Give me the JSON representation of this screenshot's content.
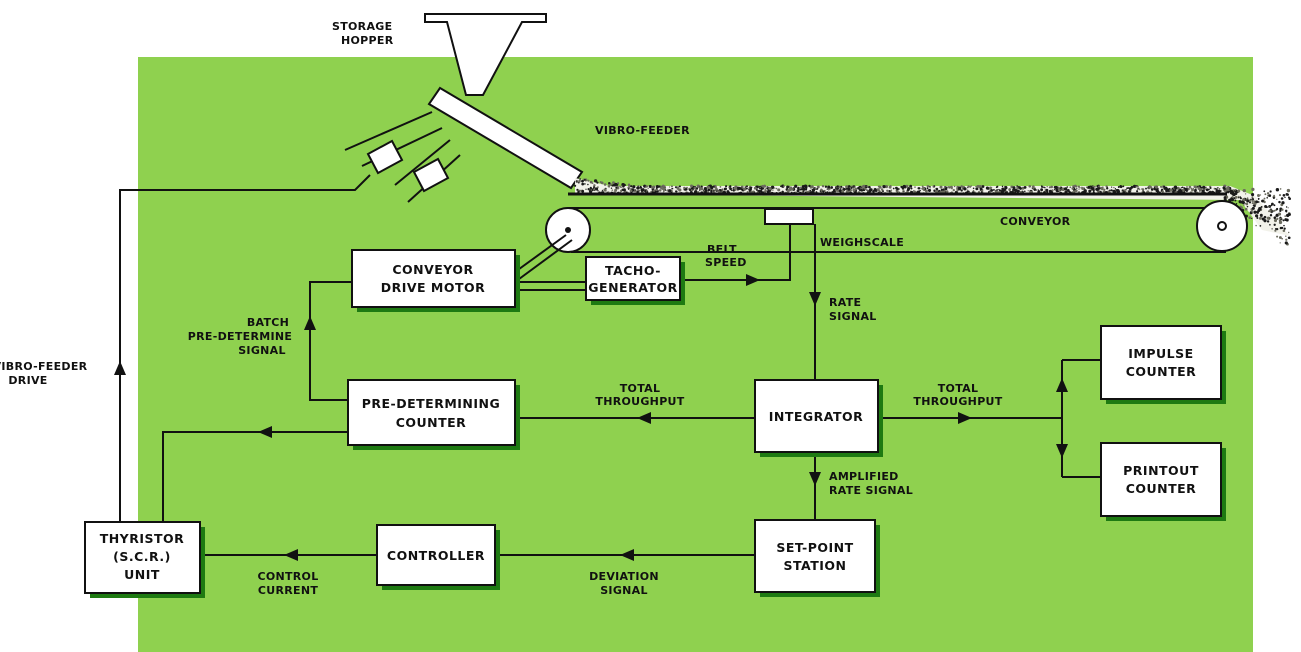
{
  "colors": {
    "panel": "#8fd14f",
    "shadow": "#1e7a12",
    "ink": "#111111",
    "box": "#ffffff"
  },
  "blocks": {
    "conveyor_drive_motor": [
      "CONVEYOR",
      "DRIVE MOTOR"
    ],
    "tacho_generator": [
      "TACHO-",
      "GENERATOR"
    ],
    "pre_determining_counter": [
      "PRE-DETERMINING",
      "COUNTER"
    ],
    "integrator": [
      "INTEGRATOR"
    ],
    "impulse_counter": [
      "IMPULSE",
      "COUNTER"
    ],
    "printout_counter": [
      "PRINTOUT",
      "COUNTER"
    ],
    "thyristor_unit": [
      "THYRISTOR",
      "(S.C.R.)",
      "UNIT"
    ],
    "controller": [
      "CONTROLLER"
    ],
    "set_point_station": [
      "SET-POINT",
      "STATION"
    ]
  },
  "labels": {
    "storage_hopper": [
      "STORAGE",
      "HOPPER"
    ],
    "vibro_feeder": "VIBRO-FEEDER",
    "conveyor": "CONVEYOR",
    "weighscale": "WEIGHSCALE",
    "belt_speed": [
      "BELT",
      "SPEED"
    ],
    "rate_signal": [
      "RATE",
      "SIGNAL"
    ],
    "batch_signal": [
      "BATCH",
      "PRE-DETERMINE",
      "SIGNAL"
    ],
    "vibro_feeder_drive": [
      "VIBRO-FEEDER",
      "DRIVE"
    ],
    "total_throughput_left": [
      "TOTAL",
      "THROUGHPUT"
    ],
    "total_throughput_right": [
      "TOTAL",
      "THROUGHPUT"
    ],
    "amplified_rate_signal": [
      "AMPLIFIED",
      "RATE SIGNAL"
    ],
    "deviation_signal": [
      "DEVIATION",
      "SIGNAL"
    ],
    "control_current": [
      "CONTROL",
      "CURRENT"
    ]
  }
}
